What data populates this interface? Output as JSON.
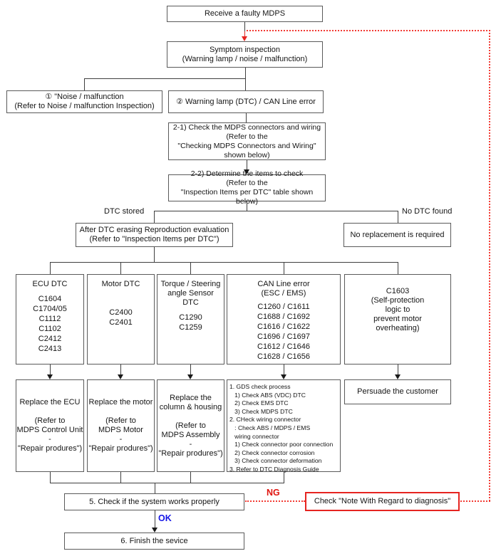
{
  "palette": {
    "red": "#e62420",
    "blue": "#1414e6",
    "line": "#3f3f3f",
    "border": "#5a5a5a"
  },
  "boxes": {
    "receive": "Receive a faulty MDPS",
    "symptom": [
      "Symptom inspection",
      "(Warning lamp / noise / malfunction)"
    ],
    "noise_branch": [
      "① \"Noise / malfunction",
      "(Refer to Noise / malfunction Inspection)"
    ],
    "warning_branch": "② Warning lamp (DTC) / CAN Line error",
    "check_connectors": [
      "2-1) Check the MDPS connectors and wiring",
      "(Refer to the",
      "\"Checking  MDPS Connectors and Wiring\"",
      "shown below)"
    ],
    "determine_items": [
      "2-2) Determine the items to check",
      "(Refer to the",
      "\"Inspection Items per DTC\" table shown below)"
    ],
    "after_erasing": [
      "After DTC erasing Reproduction evaluation",
      "(Refer to \"Inspection Items per DTC\")"
    ],
    "no_replacement": "No replacement is required",
    "ecu_dtc": {
      "title": "ECU DTC",
      "codes": [
        "C1604",
        "C1704/05",
        "C1112",
        "C1102",
        "C2412",
        "C2413"
      ]
    },
    "motor_dtc": {
      "title": "Motor DTC",
      "codes": [
        "C2400",
        "C2401"
      ]
    },
    "torque_dtc": {
      "title": [
        "Torque / Steering",
        "angle Sensor",
        "DTC"
      ],
      "codes": [
        "C1290",
        "C1259"
      ]
    },
    "can_error": {
      "title": [
        "CAN Line error",
        "(ESC / EMS)"
      ],
      "codes": [
        "C1260 / C1611",
        "C1688 / C1692",
        "C1616 / C1622",
        "C1696 / C1697",
        "C1612 / C1646",
        "C1628 / C1656"
      ]
    },
    "c1603": [
      "C1603",
      "(Self-protection",
      "logic to",
      "prevent motor",
      "overheating)"
    ],
    "replace_ecu": [
      "Replace the ECU",
      "",
      "(Refer to",
      "MDPS Control Unit",
      "-",
      "\"Repair produres\")"
    ],
    "replace_motor": [
      "Replace the motor",
      "",
      "(Refer to",
      "MDPS Motor",
      "-",
      "\"Repair produres\")"
    ],
    "replace_column": [
      "Replace the",
      "column & housing",
      "",
      "(Refer to",
      "MDPS Assembly",
      "-",
      "\"Repair produres\")"
    ],
    "gds_process": [
      "1. GDS check process",
      "   1) Check ABS (VDC) DTC",
      "   2) Check EMS DTC",
      "   3) Check MDPS DTC",
      "2. CHeck wiring connector",
      "   : Check ABS / MDPS / EMS",
      "   wiring connector",
      "   1) Check connector poor connection",
      "   2) Check connector corrosion",
      "   3) Check connector deformation",
      "3. Refer to DTC Diagnosis Guide"
    ],
    "persuade": "Persuade the customer",
    "check_system": "5. Check if the system works properly",
    "note_diagnosis": "Check \"Note With Regard to diagnosis\"",
    "finish": "6. Finish the sevice"
  },
  "labels": {
    "dtc_stored": "DTC stored",
    "no_dtc_found": "No DTC found",
    "ng": "NG",
    "ok": "OK"
  }
}
